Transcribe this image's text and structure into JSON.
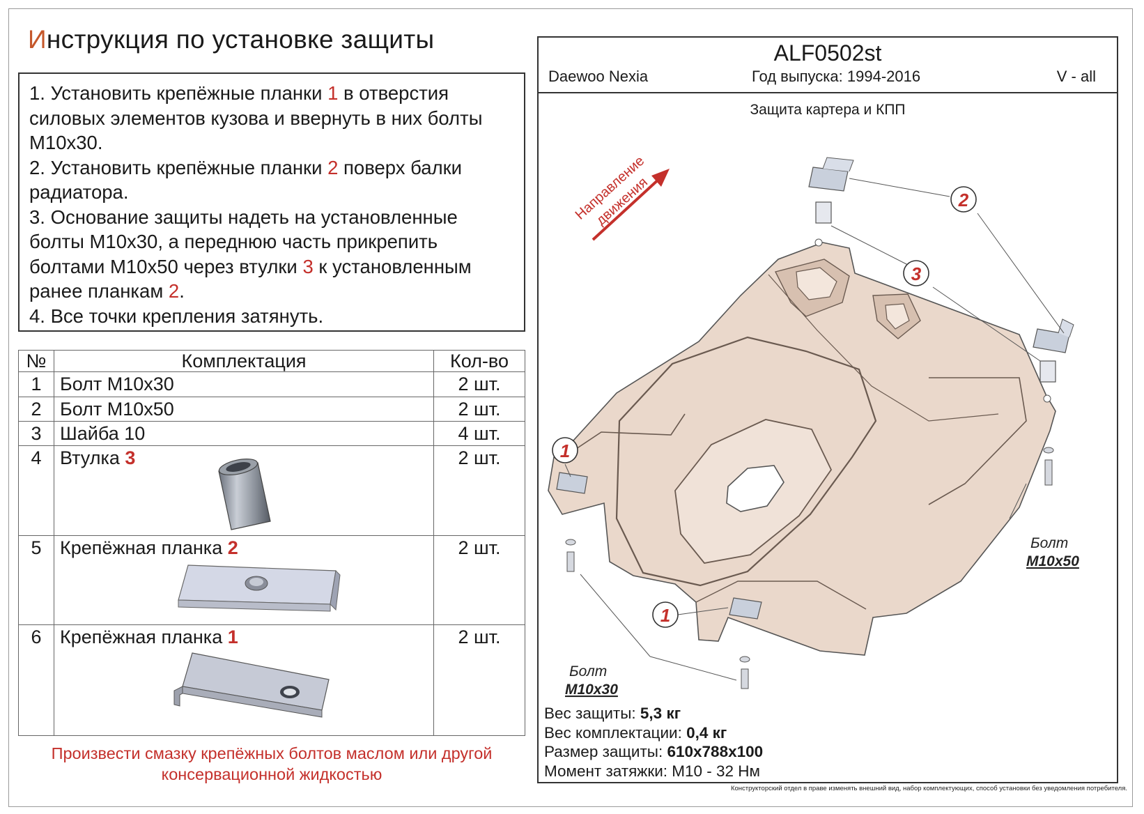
{
  "title": {
    "first_letter": "И",
    "rest": "нструкция по установке защиты"
  },
  "instructions": [
    {
      "parts": [
        "1. Установить крепёжные планки ",
        "1",
        " в отверстия"
      ]
    },
    {
      "parts": [
        "силовых элементов кузова и ввернуть в них болты"
      ]
    },
    {
      "parts": [
        "М10х30."
      ]
    },
    {
      "parts": [
        "2. Установить крепёжные планки ",
        "2",
        " поверх балки"
      ]
    },
    {
      "parts": [
        "радиатора."
      ]
    },
    {
      "parts": [
        "3. Основание защиты надеть на установленные"
      ]
    },
    {
      "parts": [
        "болты М10х30, а переднюю часть прикрепить"
      ]
    },
    {
      "parts": [
        "болтами М10х50 через втулки ",
        "3",
        " к установленным"
      ]
    },
    {
      "parts": [
        "ранее планкам ",
        "2",
        "."
      ]
    },
    {
      "parts": [
        "4. Все точки крепления затянуть."
      ]
    }
  ],
  "kit_table": {
    "headers": {
      "num": "№",
      "name": "Комплектация",
      "qty": "Кол-во"
    },
    "rows": [
      {
        "num": "1",
        "name": "Болт М10х30",
        "ref": "",
        "qty": "2 шт."
      },
      {
        "num": "2",
        "name": "Болт М10х50",
        "ref": "",
        "qty": "2 шт."
      },
      {
        "num": "3",
        "name": "Шайба 10",
        "ref": "",
        "qty": "4 шт."
      },
      {
        "num": "4",
        "name": "Втулка ",
        "ref": "3",
        "qty": "2 шт."
      },
      {
        "num": "5",
        "name": "Крепёжная планка ",
        "ref": "2",
        "qty": "2 шт."
      },
      {
        "num": "6",
        "name": "Крепёжная планка ",
        "ref": "1",
        "qty": "2 шт."
      }
    ]
  },
  "lube_note": [
    "Произвести смазку крепёжных болтов маслом или другой",
    "консервационной жидкостью"
  ],
  "spec": {
    "code": "ALF0502st",
    "model": "Daewoo Nexia",
    "year": "Год выпуска: 1994-2016",
    "engine": "V - all",
    "caption": "Защита картера и КПП",
    "direction_label": [
      "Направление",
      "движения"
    ],
    "callouts": {
      "c1": "1",
      "c2": "2",
      "c3": "3"
    },
    "bolt_labels": {
      "m10x50": [
        "Болт",
        "М10х50"
      ],
      "m10x30": [
        "Болт",
        "М10х30"
      ]
    },
    "stats": [
      {
        "label": "Вес защиты: ",
        "value": "5,3 кг"
      },
      {
        "label": "Вес комплектации: ",
        "value": "0,4 кг"
      },
      {
        "label": "Размер защиты: ",
        "value": "610x788x100"
      },
      {
        "label": "Момент затяжки:  ",
        "value": "М10 - 32 Нм"
      }
    ],
    "disclaimer": "Конструкторский отдел в праве изменять внешний вид, набор комплектующих, способ установки без уведомления потребителя."
  },
  "colors": {
    "accent_red": "#c4302b",
    "title_orange": "#c5572a",
    "plate": "#e8d6c9",
    "part_grey": "#c9d0dc"
  }
}
